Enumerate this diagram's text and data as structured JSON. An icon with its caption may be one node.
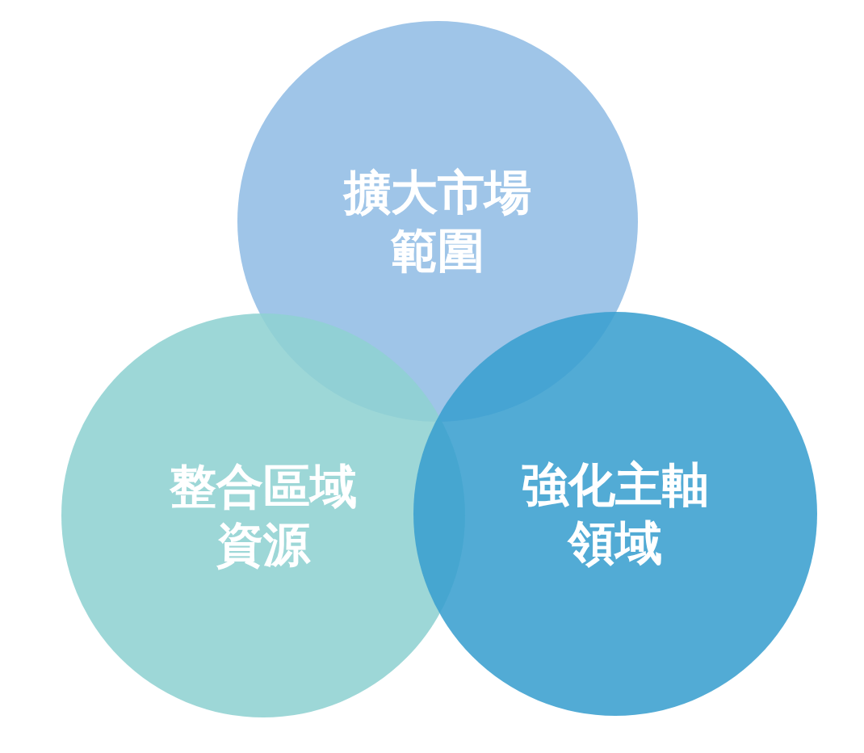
{
  "diagram": {
    "nodes": [
      {
        "text": [
          "擴大市場範圍"
        ]
      },
      {
        "text": [
          "整合區域資源"
        ]
      },
      {
        "text": [
          "強化主軸領域"
        ]
      }
    ]
  }
}
